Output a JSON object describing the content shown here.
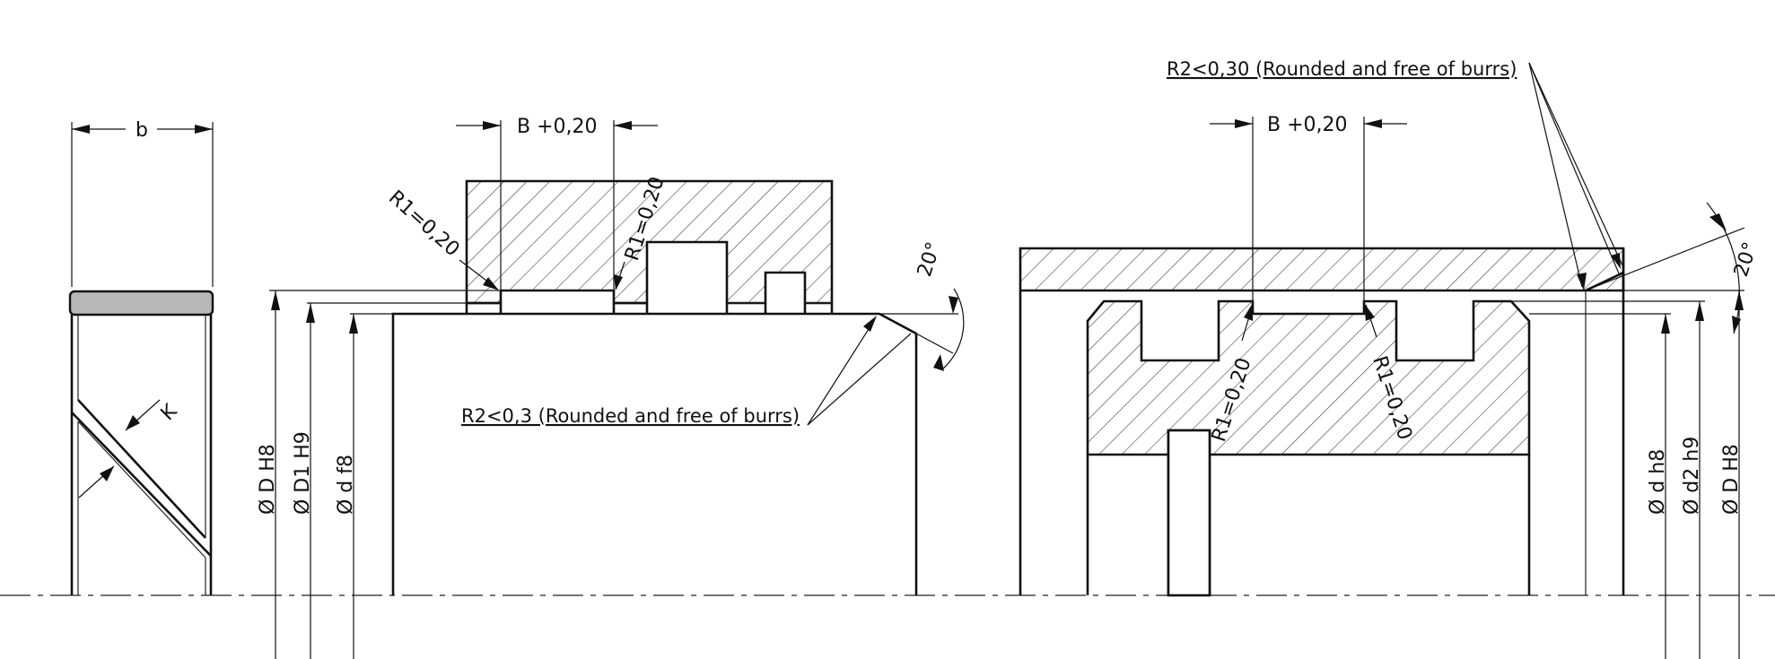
{
  "seal_view": {
    "width_label": "b",
    "thickness_label": "K"
  },
  "housing_view": {
    "groove_width_label": "B +0,20",
    "radius_label_left": "R1=0,20",
    "radius_label_right": "R1=0,20",
    "chamfer_angle_label": "20°",
    "edge_note": "R2<0,3 (Rounded and free of burrs)",
    "dia_outer_label": "Ø D H8",
    "dia_mid_label": "Ø D1 H9",
    "dia_inner_label": "Ø d f8"
  },
  "piston_view": {
    "edge_note": "R2<0,30 (Rounded and free of burrs)",
    "groove_width_label": "B +0,20",
    "radius_label_left": "R1=0,20",
    "radius_label_right": "R1=0,20",
    "chamfer_angle_label": "20°",
    "dia_inner_label": "Ø d  h8",
    "dia_mid_label": "Ø d2 h9",
    "dia_outer_label": "Ø D H8"
  }
}
